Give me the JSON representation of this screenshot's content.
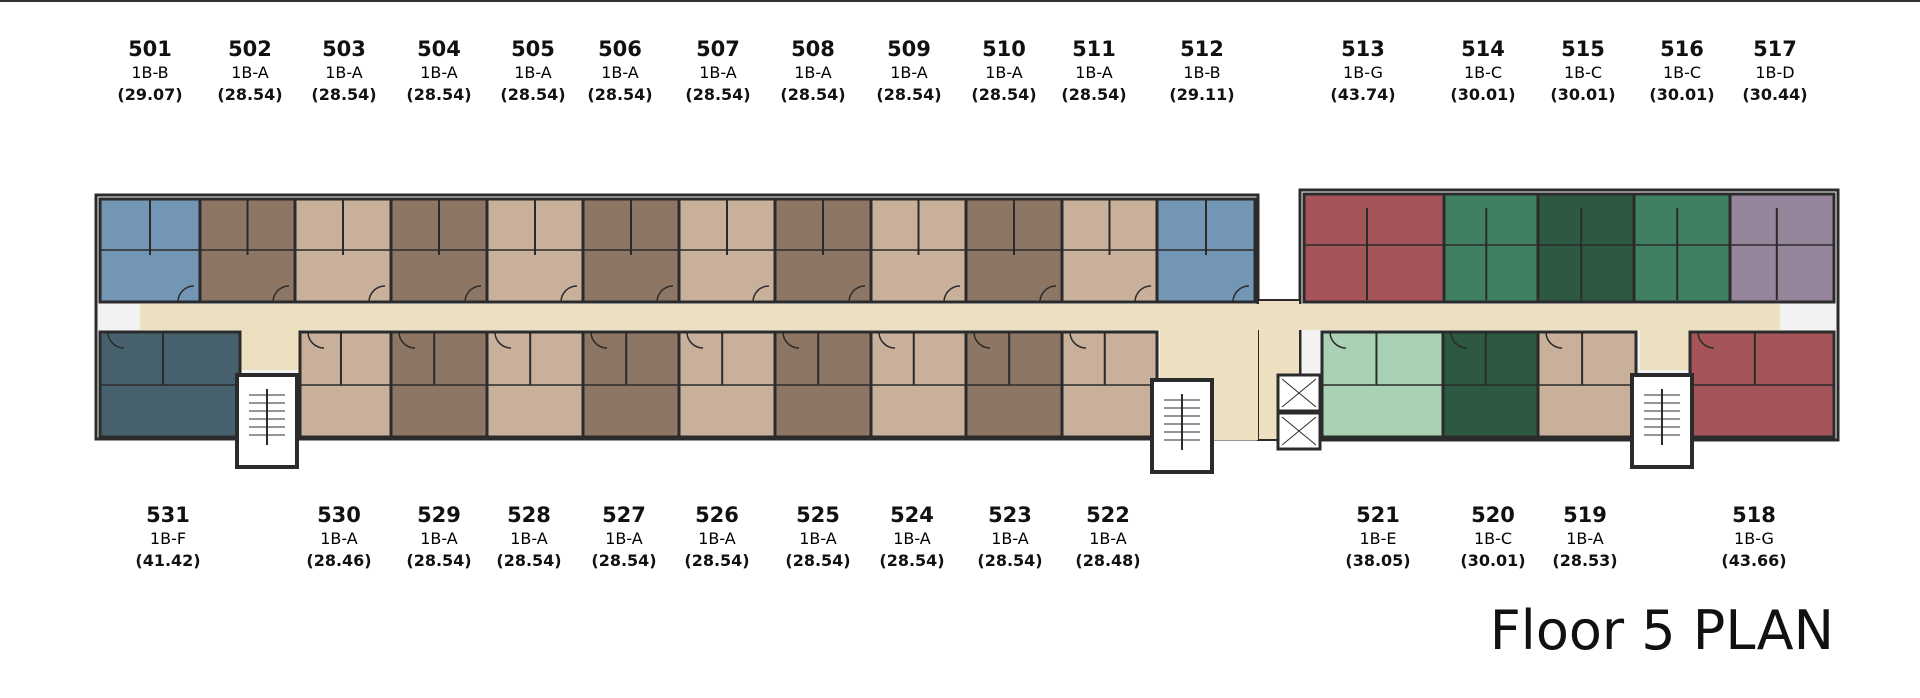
{
  "title": "Floor 5 PLAN",
  "colors": {
    "1B-A_light": "#c9b09b",
    "1B-A_dark": "#8d7664",
    "1B-B": "#7296b3",
    "1B-C_a": "#3f7f62",
    "1B-C_b": "#2d5841",
    "1B-D": "#96849b",
    "1B-E": "#a9d1b3",
    "1B-F": "#47606e",
    "1B-G": "#a5545a",
    "corridor": "#ede0c1",
    "wall": "#2b2b2b"
  },
  "units_top": [
    {
      "num": "501",
      "type": "1B-B",
      "area": "(29.07)"
    },
    {
      "num": "502",
      "type": "1B-A",
      "area": "(28.54)"
    },
    {
      "num": "503",
      "type": "1B-A",
      "area": "(28.54)"
    },
    {
      "num": "504",
      "type": "1B-A",
      "area": "(28.54)"
    },
    {
      "num": "505",
      "type": "1B-A",
      "area": "(28.54)"
    },
    {
      "num": "506",
      "type": "1B-A",
      "area": "(28.54)"
    },
    {
      "num": "507",
      "type": "1B-A",
      "area": "(28.54)"
    },
    {
      "num": "508",
      "type": "1B-A",
      "area": "(28.54)"
    },
    {
      "num": "509",
      "type": "1B-A",
      "area": "(28.54)"
    },
    {
      "num": "510",
      "type": "1B-A",
      "area": "(28.54)"
    },
    {
      "num": "511",
      "type": "1B-A",
      "area": "(28.54)"
    },
    {
      "num": "512",
      "type": "1B-B",
      "area": "(29.11)"
    },
    {
      "num": "513",
      "type": "1B-G",
      "area": "(43.74)"
    },
    {
      "num": "514",
      "type": "1B-C",
      "area": "(30.01)"
    },
    {
      "num": "515",
      "type": "1B-C",
      "area": "(30.01)"
    },
    {
      "num": "516",
      "type": "1B-C",
      "area": "(30.01)"
    },
    {
      "num": "517",
      "type": "1B-D",
      "area": "(30.44)"
    }
  ],
  "units_bottom": [
    {
      "num": "531",
      "type": "1B-F",
      "area": "(41.42)"
    },
    {
      "num": "530",
      "type": "1B-A",
      "area": "(28.46)"
    },
    {
      "num": "529",
      "type": "1B-A",
      "area": "(28.54)"
    },
    {
      "num": "528",
      "type": "1B-A",
      "area": "(28.54)"
    },
    {
      "num": "527",
      "type": "1B-A",
      "area": "(28.54)"
    },
    {
      "num": "526",
      "type": "1B-A",
      "area": "(28.54)"
    },
    {
      "num": "525",
      "type": "1B-A",
      "area": "(28.54)"
    },
    {
      "num": "524",
      "type": "1B-A",
      "area": "(28.54)"
    },
    {
      "num": "523",
      "type": "1B-A",
      "area": "(28.54)"
    },
    {
      "num": "522",
      "type": "1B-A",
      "area": "(28.48)"
    },
    {
      "num": "521",
      "type": "1B-E",
      "area": "(38.05)"
    },
    {
      "num": "520",
      "type": "1B-C",
      "area": "(30.01)"
    },
    {
      "num": "519",
      "type": "1B-A",
      "area": "(28.53)"
    },
    {
      "num": "518",
      "type": "1B-G",
      "area": "(43.66)"
    }
  ]
}
